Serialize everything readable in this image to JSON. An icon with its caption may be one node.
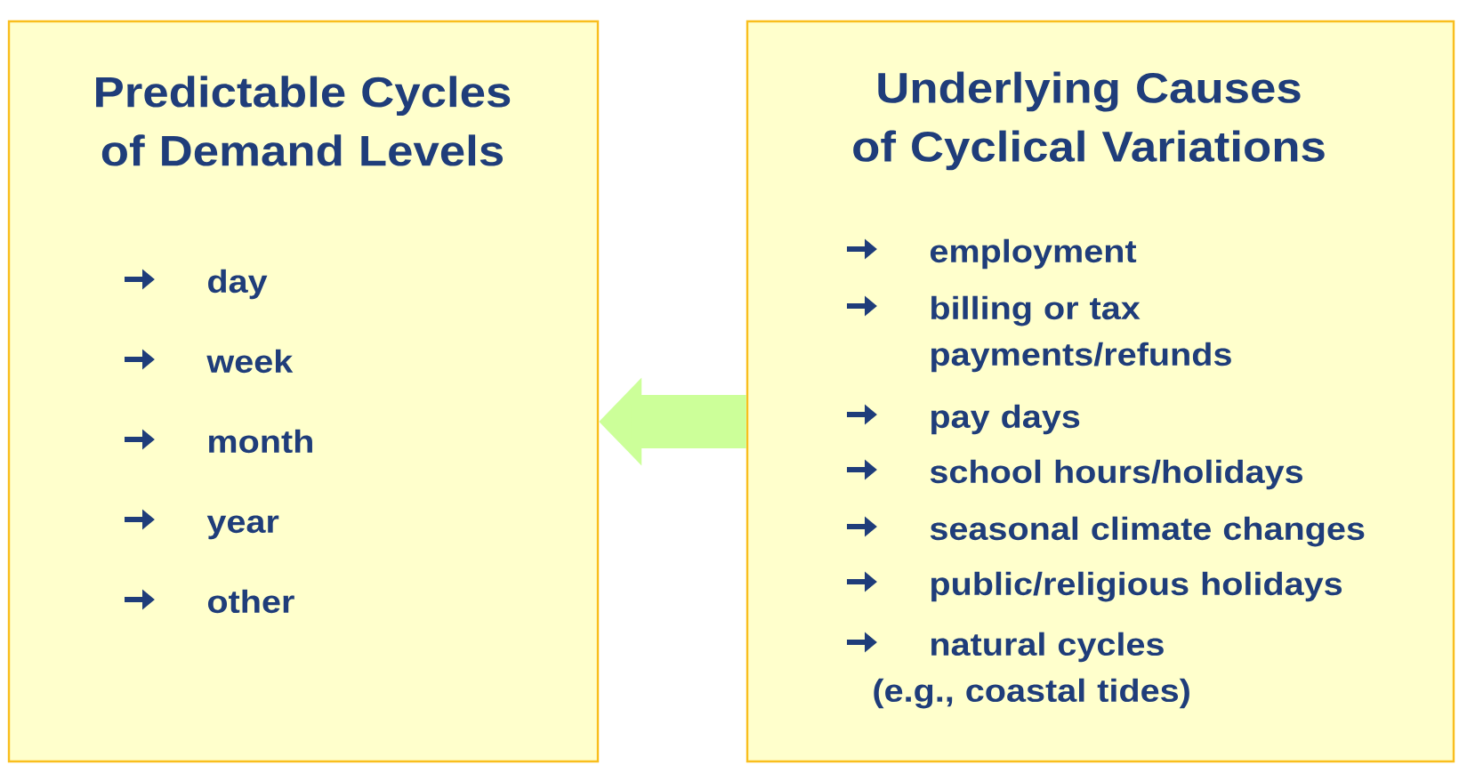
{
  "diagram": {
    "nodes": [
      {
        "text": [
          "Predictable Cycles of Demand Levels",
          "day",
          "week",
          "month",
          "year",
          "other"
        ]
      },
      {
        "text": [
          "Underlying Causes of Cyclical Variations",
          "employment",
          "billing or tax payments/refunds",
          "pay days",
          "school hours/holidays",
          "seasonal climate changes",
          "public/religious holidays",
          "natural cycles (e.g., coastal tides)"
        ]
      }
    ],
    "edges": [
      {
        "from": 1,
        "to": 0,
        "arrow": "to"
      }
    ]
  }
}
